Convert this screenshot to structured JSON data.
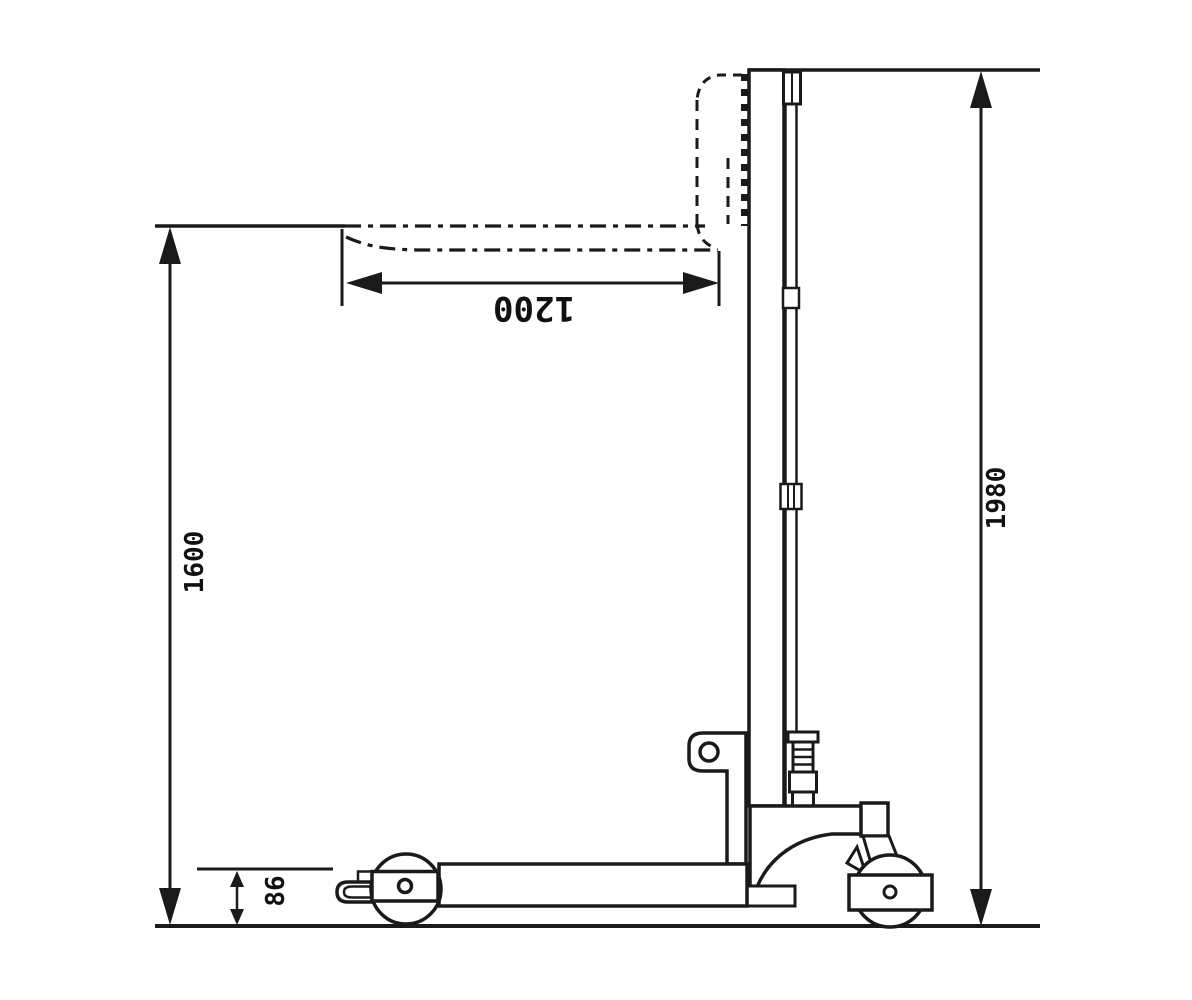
{
  "title": "Manual pallet stacker side-view dimensional drawing",
  "drawing": {
    "style": "black line technical drawing on white background",
    "colors": {
      "line": "#1a1a1a",
      "background": "#ffffff"
    },
    "parts": [
      "mast",
      "chain-rail",
      "raised-fork-phantom-dashed",
      "fork-beam",
      "front-load-roller",
      "rear-caster-wheel",
      "handle-bracket",
      "pump-cylinder",
      "ground-line"
    ]
  },
  "dimensions": {
    "fork_length": {
      "value": "1200",
      "orientation": "horizontal",
      "text_rotation": "180deg"
    },
    "lift_height": {
      "value": "1600",
      "orientation": "vertical",
      "text_rotation": "-90deg"
    },
    "overall_height": {
      "value": "1980",
      "orientation": "vertical",
      "text_rotation": "-90deg"
    },
    "lowered_fork_height": {
      "value": "86",
      "orientation": "vertical",
      "text_rotation": "-90deg"
    }
  }
}
